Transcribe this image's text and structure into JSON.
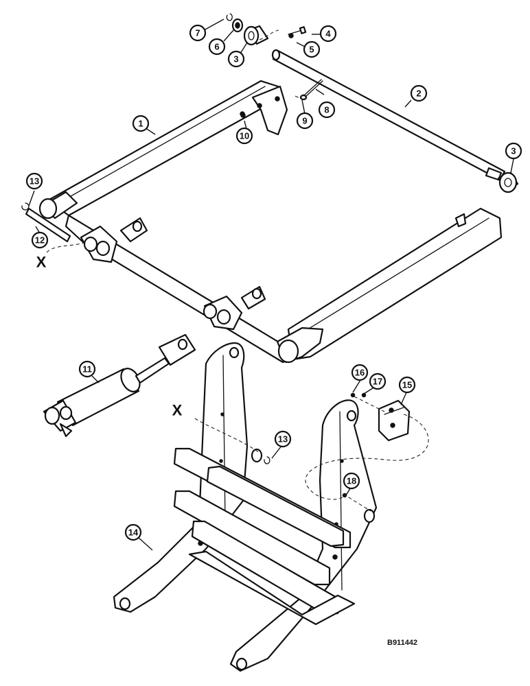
{
  "diagram": {
    "callouts": [
      {
        "id": "c7",
        "label": "7"
      },
      {
        "id": "c6",
        "label": "6"
      },
      {
        "id": "c3a",
        "label": "3"
      },
      {
        "id": "c4",
        "label": "4"
      },
      {
        "id": "c5",
        "label": "5"
      },
      {
        "id": "c2",
        "label": "2"
      },
      {
        "id": "c8",
        "label": "8"
      },
      {
        "id": "c9",
        "label": "9"
      },
      {
        "id": "c10",
        "label": "10"
      },
      {
        "id": "c1",
        "label": "1"
      },
      {
        "id": "c3b",
        "label": "3"
      },
      {
        "id": "c13a",
        "label": "13"
      },
      {
        "id": "c12",
        "label": "12"
      },
      {
        "id": "c11",
        "label": "11"
      },
      {
        "id": "c16",
        "label": "16"
      },
      {
        "id": "c17",
        "label": "17"
      },
      {
        "id": "c15",
        "label": "15"
      },
      {
        "id": "c13b",
        "label": "13"
      },
      {
        "id": "c18",
        "label": "18"
      },
      {
        "id": "c14",
        "label": "14"
      }
    ],
    "reference_marks": [
      "X",
      "X"
    ],
    "drawing_code": "B911442"
  }
}
